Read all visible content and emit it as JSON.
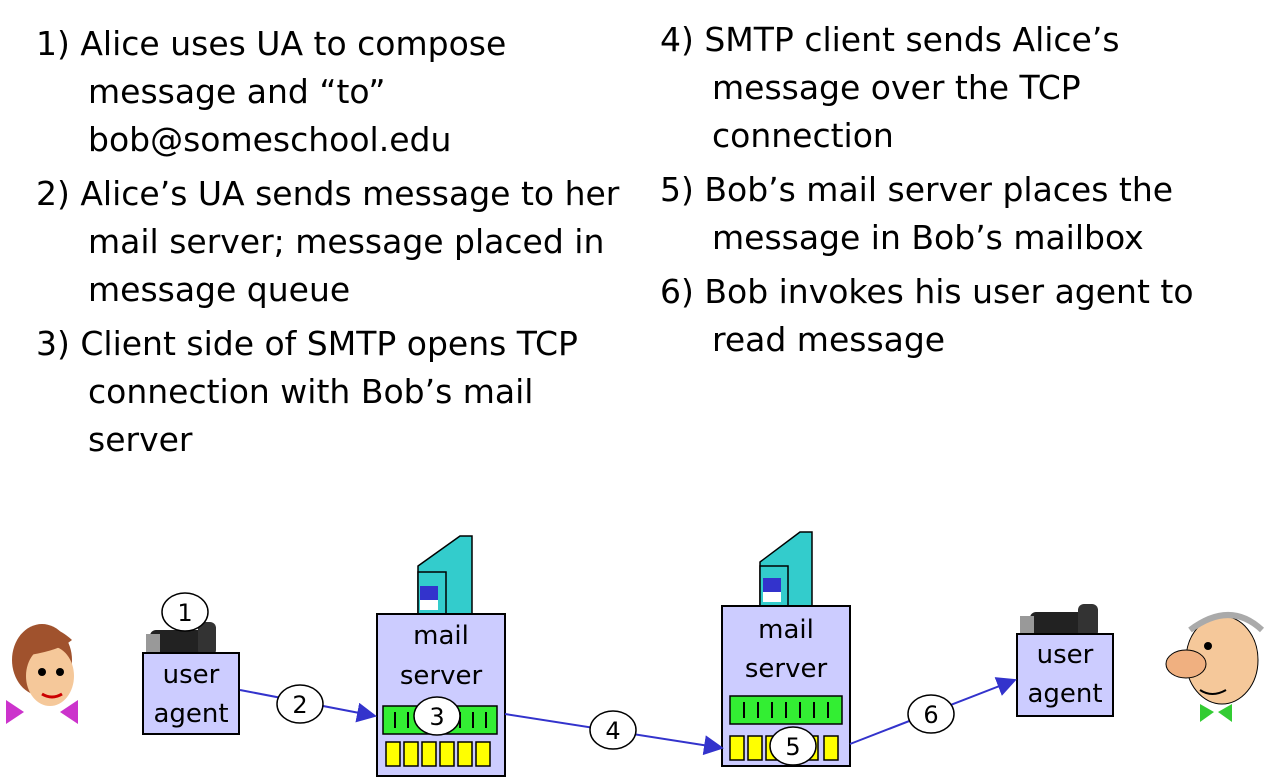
{
  "steps_left": [
    "1) Alice uses UA to compose message and “to” bob@someschool.edu",
    "2) Alice’s UA sends message to her mail server; message placed in message queue",
    "3) Client side of SMTP opens TCP connection with Bob’s mail server"
  ],
  "steps_right": [
    "4) SMTP client sends Alice’s message over the TCP connection",
    "5) Bob’s mail server places the message in Bob’s mailbox",
    "6) Bob invokes his user agent to read message"
  ],
  "diagram": {
    "alice_ua": {
      "line1": "user",
      "line2": "agent"
    },
    "alice_server": {
      "line1": "mail",
      "line2": "server"
    },
    "bob_server": {
      "line1": "mail",
      "line2": "server"
    },
    "bob_ua": {
      "line1": "user",
      "line2": "agent"
    },
    "markers": [
      "1",
      "2",
      "3",
      "4",
      "5",
      "6"
    ]
  },
  "colors": {
    "box_fill": "#ccccff",
    "queue_green": "#33ee33",
    "mailbox_yellow": "#ffff00",
    "tower_teal": "#33cccc",
    "arrow_blue": "#3333cc"
  }
}
